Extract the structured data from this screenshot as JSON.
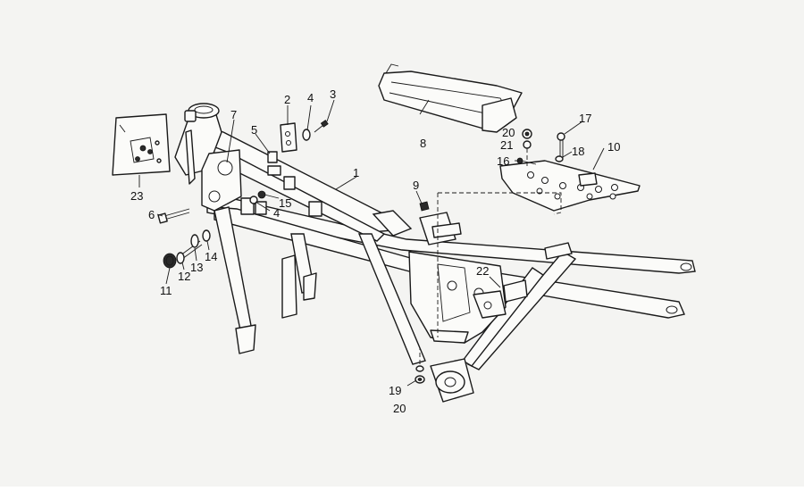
{
  "diagram": {
    "callouts": [
      "1",
      "2",
      "3",
      "4",
      "4",
      "5",
      "6",
      "7",
      "8",
      "9",
      "10",
      "11",
      "12",
      "13",
      "14",
      "15",
      "16",
      "17",
      "18",
      "19",
      "20",
      "20",
      "21",
      "22",
      "23"
    ]
  }
}
